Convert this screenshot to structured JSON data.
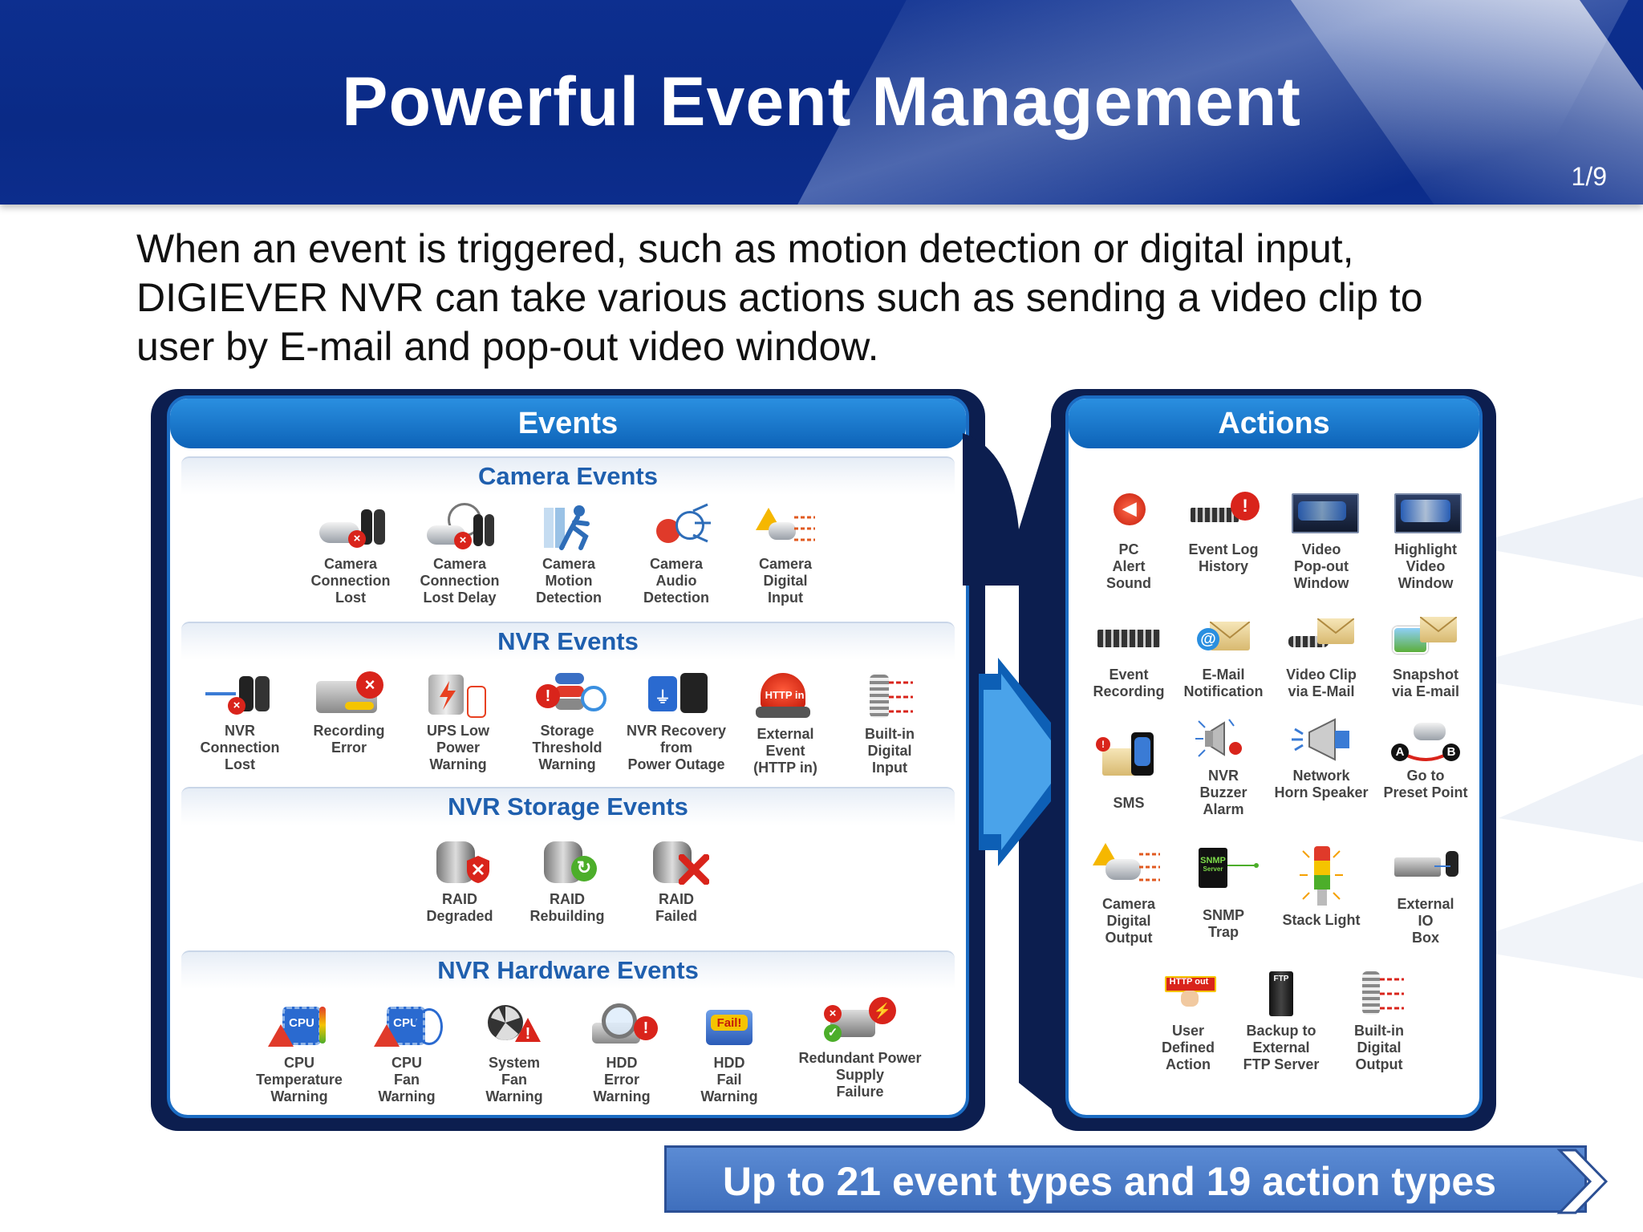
{
  "header": {
    "title": "Powerful Event Management",
    "page": "1/9"
  },
  "intro": "When an event is triggered, such as motion detection or digital input, DIGIEVER NVR can take various actions such as sending a video clip to user by E-mail and pop-out video window.",
  "events": {
    "title": "Events",
    "camera": {
      "title": "Camera Events",
      "items": [
        {
          "label": "Camera\nConnection\nLost",
          "icon": "camera-disconnect-icon"
        },
        {
          "label": "Camera\nConnection\nLost Delay",
          "icon": "camera-timer-icon"
        },
        {
          "label": "Camera\nMotion\nDetection",
          "icon": "running-man-icon"
        },
        {
          "label": "Camera\nAudio\nDetection",
          "icon": "audio-alarm-icon"
        },
        {
          "label": "Camera\nDigital\nInput",
          "icon": "digital-input-warning-icon"
        }
      ]
    },
    "nvr": {
      "title": "NVR Events",
      "items": [
        {
          "label": "NVR\nConnection\nLost",
          "icon": "network-disconnect-icon"
        },
        {
          "label": "Recording\nError",
          "icon": "recording-error-icon"
        },
        {
          "label": "UPS Low\nPower\nWarning",
          "icon": "battery-warning-icon"
        },
        {
          "label": "Storage\nThreshold\nWarning",
          "icon": "storage-threshold-icon"
        },
        {
          "label": "NVR Recovery\nfrom\nPower Outage",
          "icon": "power-recovery-icon"
        },
        {
          "label": "External\nEvent\n(HTTP in)",
          "icon": "http-in-icon"
        },
        {
          "label": "Built-in\nDigital\nInput",
          "icon": "builtin-input-icon"
        }
      ],
      "http_text": "HTTP in"
    },
    "storage": {
      "title": "NVR Storage Events",
      "items": [
        {
          "label": "RAID\nDegraded",
          "icon": "raid-degraded-icon"
        },
        {
          "label": "RAID\nRebuilding",
          "icon": "raid-rebuilding-icon"
        },
        {
          "label": "RAID\nFailed",
          "icon": "raid-failed-icon"
        }
      ]
    },
    "hardware": {
      "title": "NVR Hardware Events",
      "items": [
        {
          "label": "CPU\nTemperature\nWarning",
          "icon": "cpu-temperature-icon"
        },
        {
          "label": "CPU\nFan\nWarning",
          "icon": "cpu-fan-icon"
        },
        {
          "label": "System\nFan\nWarning",
          "icon": "system-fan-icon"
        },
        {
          "label": "HDD\nError\nWarning",
          "icon": "hdd-error-icon"
        },
        {
          "label": "HDD\nFail\nWarning",
          "icon": "hdd-fail-icon"
        },
        {
          "label": "Redundant Power\nSupply\nFailure",
          "icon": "power-supply-icon"
        }
      ],
      "cpu_text": "CPU",
      "fail_text": "Fail!"
    }
  },
  "actions": {
    "title": "Actions",
    "items": [
      {
        "label": "PC\nAlert\nSound",
        "icon": "speaker-alert-icon"
      },
      {
        "label": "Event Log\nHistory",
        "icon": "event-log-icon"
      },
      {
        "label": "Video\nPop-out\nWindow",
        "icon": "video-window-icon"
      },
      {
        "label": "Highlight\nVideo\nWindow",
        "icon": "highlight-window-icon"
      },
      {
        "label": "Event\nRecording",
        "icon": "film-strip-icon"
      },
      {
        "label": "E-Mail\nNotification",
        "icon": "email-icon"
      },
      {
        "label": "Video Clip\nvia E-Mail",
        "icon": "video-email-icon"
      },
      {
        "label": "Snapshot\nvia E-mail",
        "icon": "snapshot-email-icon"
      },
      {
        "label": "SMS",
        "icon": "sms-icon"
      },
      {
        "label": "NVR\nBuzzer\nAlarm",
        "icon": "buzzer-icon"
      },
      {
        "label": "Network\nHorn Speaker",
        "icon": "horn-speaker-icon"
      },
      {
        "label": "Go to\nPreset Point",
        "icon": "preset-point-icon"
      },
      {
        "label": "Camera\nDigital\nOutput",
        "icon": "camera-output-icon"
      },
      {
        "label": "SNMP\nTrap",
        "icon": "snmp-icon"
      },
      {
        "label": "Stack Light",
        "icon": "stack-light-icon"
      },
      {
        "label": "External\nIO\nBox",
        "icon": "io-box-icon"
      },
      {
        "label": "User\nDefined\nAction",
        "icon": "http-out-icon"
      },
      {
        "label": "Backup to\nExternal\nFTP Server",
        "icon": "ftp-server-icon"
      },
      {
        "label": "Built-in\nDigital\nOutput",
        "icon": "builtin-output-icon"
      }
    ],
    "snmp_text": "SNMP",
    "snmp_sub": "Server",
    "http_out_text": "HTTP out",
    "ftp_text": "FTP",
    "ab_a": "A",
    "ab_b": "B"
  },
  "banner": "Up to 21 event types and 19 action types",
  "colors": {
    "header": "#0d2f8f",
    "panel_blue": "#1b6cc3",
    "section_text": "#1f5fae",
    "banner": "#4f7fcb"
  }
}
